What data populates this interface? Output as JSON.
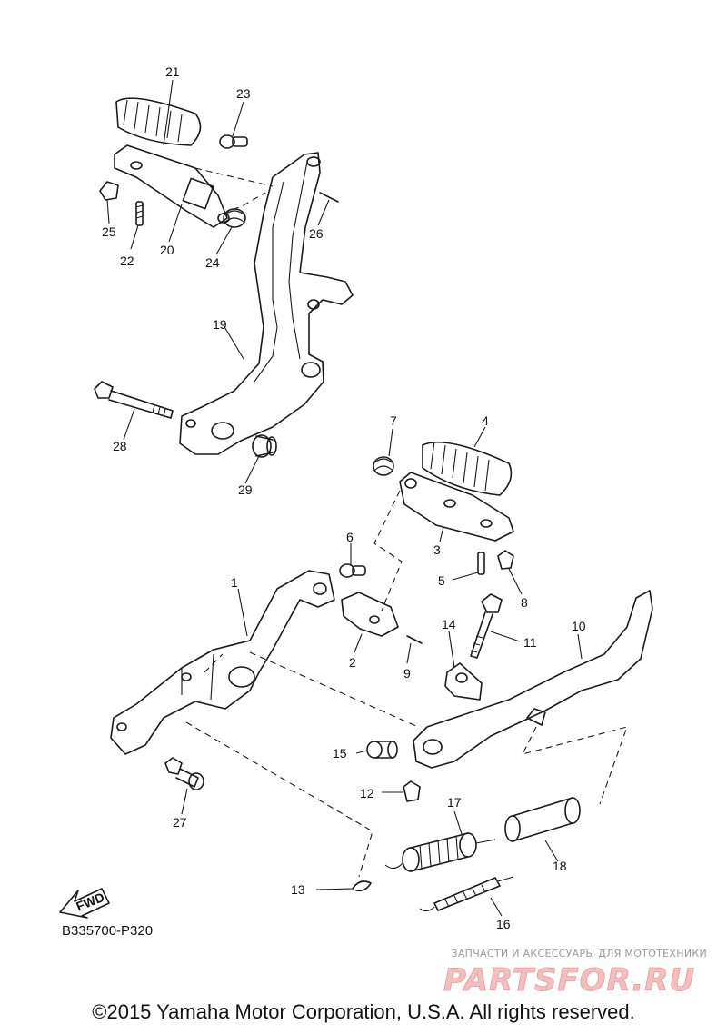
{
  "diagram": {
    "callouts": [
      "21",
      "23",
      "25",
      "22",
      "20",
      "24",
      "26",
      "19",
      "28",
      "29",
      "7",
      "4",
      "3",
      "5",
      "8",
      "6",
      "1",
      "2",
      "9",
      "14",
      "11",
      "10",
      "15",
      "12",
      "17",
      "18",
      "27",
      "13",
      "16"
    ],
    "fwd_label": "FWD",
    "catalog_code": "B335700-P320",
    "watermark_tagline": "ЗАПЧАСТИ И АКСЕССУАРЫ ДЛЯ МОТОТЕХНИКИ",
    "watermark_logo": "PARTSFOR.RU",
    "copyright": "©2015 Yamaha Motor Corporation, U.S.A. All rights reserved."
  }
}
